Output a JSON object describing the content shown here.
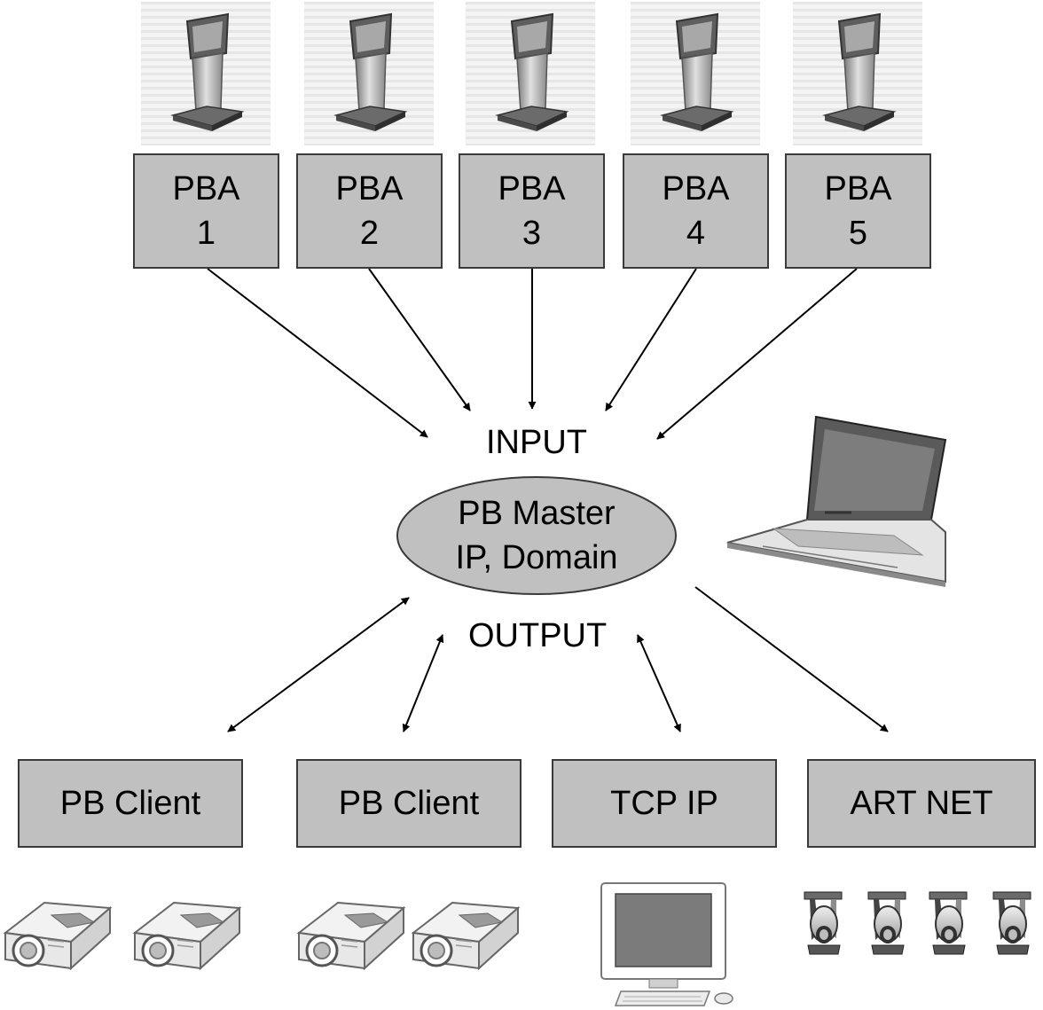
{
  "colors": {
    "box_fill": "#c0c0c0",
    "box_border": "#3a3a3a",
    "arrow": "#000000",
    "kiosk_bg": "#ededed"
  },
  "pba_boxes": [
    {
      "line1": "PBA",
      "line2": "1"
    },
    {
      "line1": "PBA",
      "line2": "2"
    },
    {
      "line1": "PBA",
      "line2": "3"
    },
    {
      "line1": "PBA",
      "line2": "4"
    },
    {
      "line1": "PBA",
      "line2": "5"
    }
  ],
  "input_label": "INPUT",
  "output_label": "OUTPUT",
  "master": {
    "line1": "PB Master",
    "line2": "IP, Domain"
  },
  "outputs": [
    {
      "label": "PB Client"
    },
    {
      "label": "PB Client"
    },
    {
      "label": "TCP IP"
    },
    {
      "label": "ART NET"
    }
  ],
  "icons": {
    "kiosk": "kiosk-icon",
    "laptop": "laptop-icon",
    "projector": "projector-icon",
    "monitor": "desktop-computer-icon",
    "moving_head": "moving-head-light-icon"
  }
}
